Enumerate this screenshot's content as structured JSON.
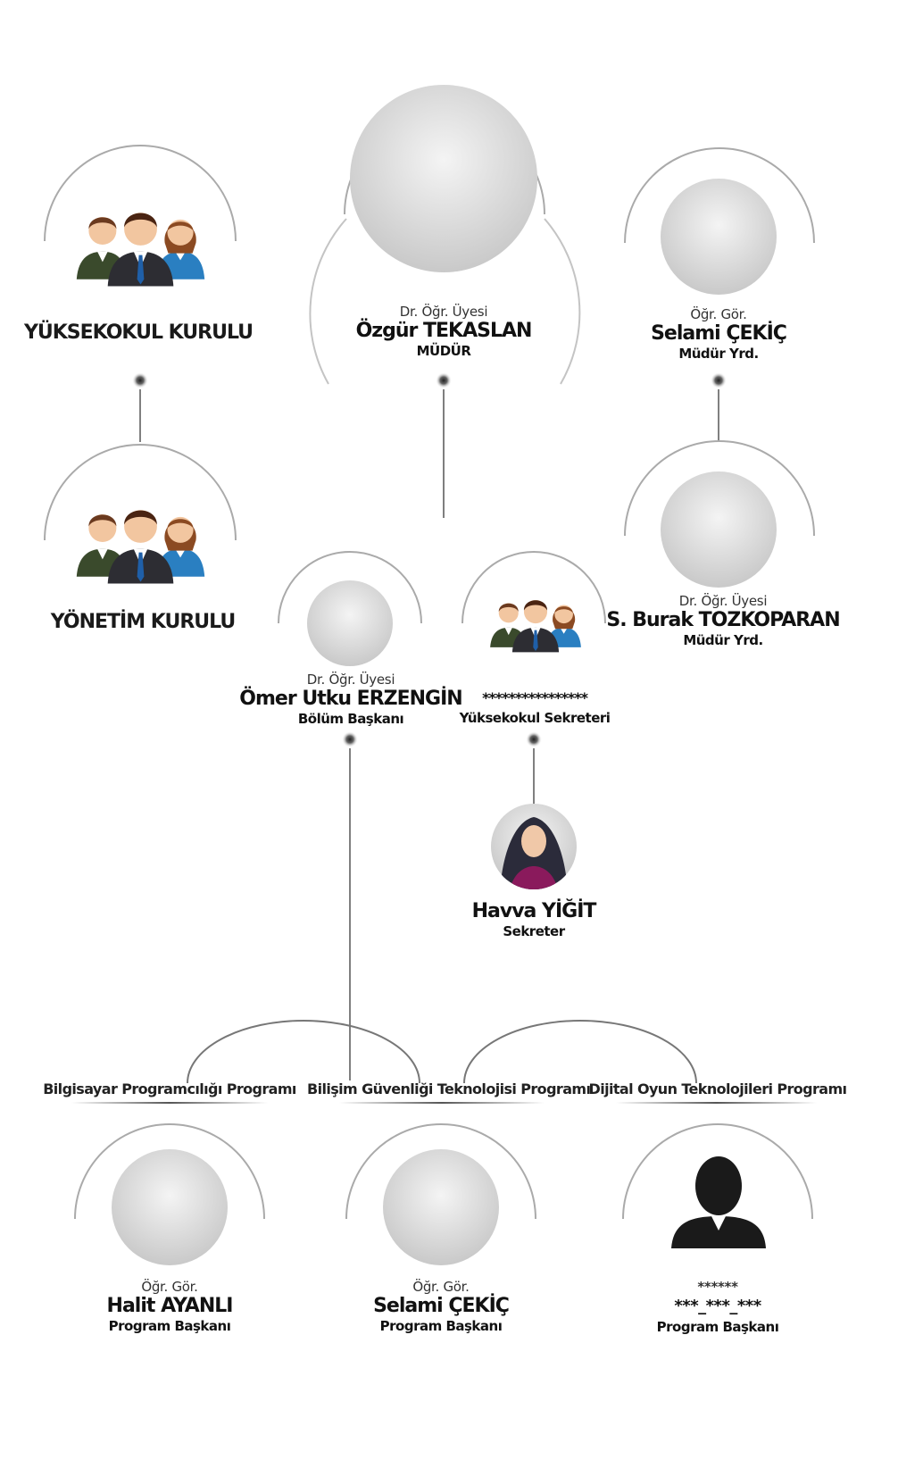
{
  "top_left": {
    "title": "YÜKSEKOKUL KURULU",
    "icon": "group-people-icon"
  },
  "director": {
    "title": "Dr. Öğr. Üyesi",
    "name": "Özgür TEKASLAN",
    "role": "MÜDÜR"
  },
  "vice1": {
    "title": "Öğr. Gör.",
    "name": "Selami ÇEKİÇ",
    "role": "Müdür Yrd."
  },
  "board": {
    "title": "YÖNETİM KURULU",
    "icon": "group-people-icon"
  },
  "vice2": {
    "title": "Dr. Öğr. Üyesi",
    "name": "S. Burak TOZKOPARAN",
    "role": "Müdür Yrd."
  },
  "dept_head": {
    "title": "Dr. Öğr. Üyesi",
    "name": "Ömer Utku ERZENGİN",
    "role": "Bölüm Başkanı"
  },
  "school_secretary": {
    "name": "****************",
    "role": "Yüksekokul Sekreteri",
    "icon": "group-people-icon"
  },
  "secretary": {
    "name": "Havva YİĞİT",
    "role": "Sekreter"
  },
  "programs": [
    {
      "program": "Bilgisayar Programcılığı Programı",
      "title": "Öğr. Gör.",
      "name": "Halit AYANLI",
      "role": "Program Başkanı"
    },
    {
      "program": "Bilişim Güvenliği Teknolojisi Programı",
      "title": "Öğr. Gör.",
      "name": "Selami ÇEKİÇ",
      "role": "Program Başkanı"
    },
    {
      "program": "Dijital Oyun Teknolojileri Programı",
      "title": "******",
      "name": "***_***_***",
      "role": "Program Başkanı"
    }
  ],
  "colors": {
    "arc": "#9a9a9a",
    "line": "#555555",
    "skin": "#f2c6a0",
    "hair": "#6b3a1f",
    "blue": "#2a7fc1",
    "navy": "#1f2a44"
  }
}
